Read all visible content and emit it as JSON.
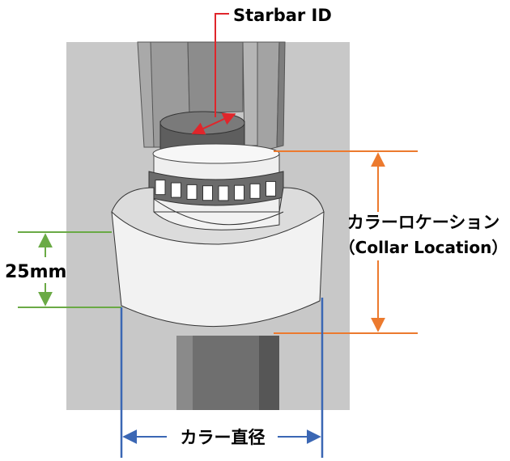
{
  "labels": {
    "starbar_id": "Starbar ID",
    "collar_location_jp": "カラーロケーション",
    "collar_location_en": "（Collar Location）",
    "height_25mm": "25mm",
    "collar_diameter": "カラー直径"
  },
  "colors": {
    "background_panel": "#c8c8c8",
    "pointer_red": "#e0262b",
    "dimension_orange": "#ec7a2e",
    "dimension_green": "#6aaa45",
    "dimension_blue": "#3b67b4"
  }
}
